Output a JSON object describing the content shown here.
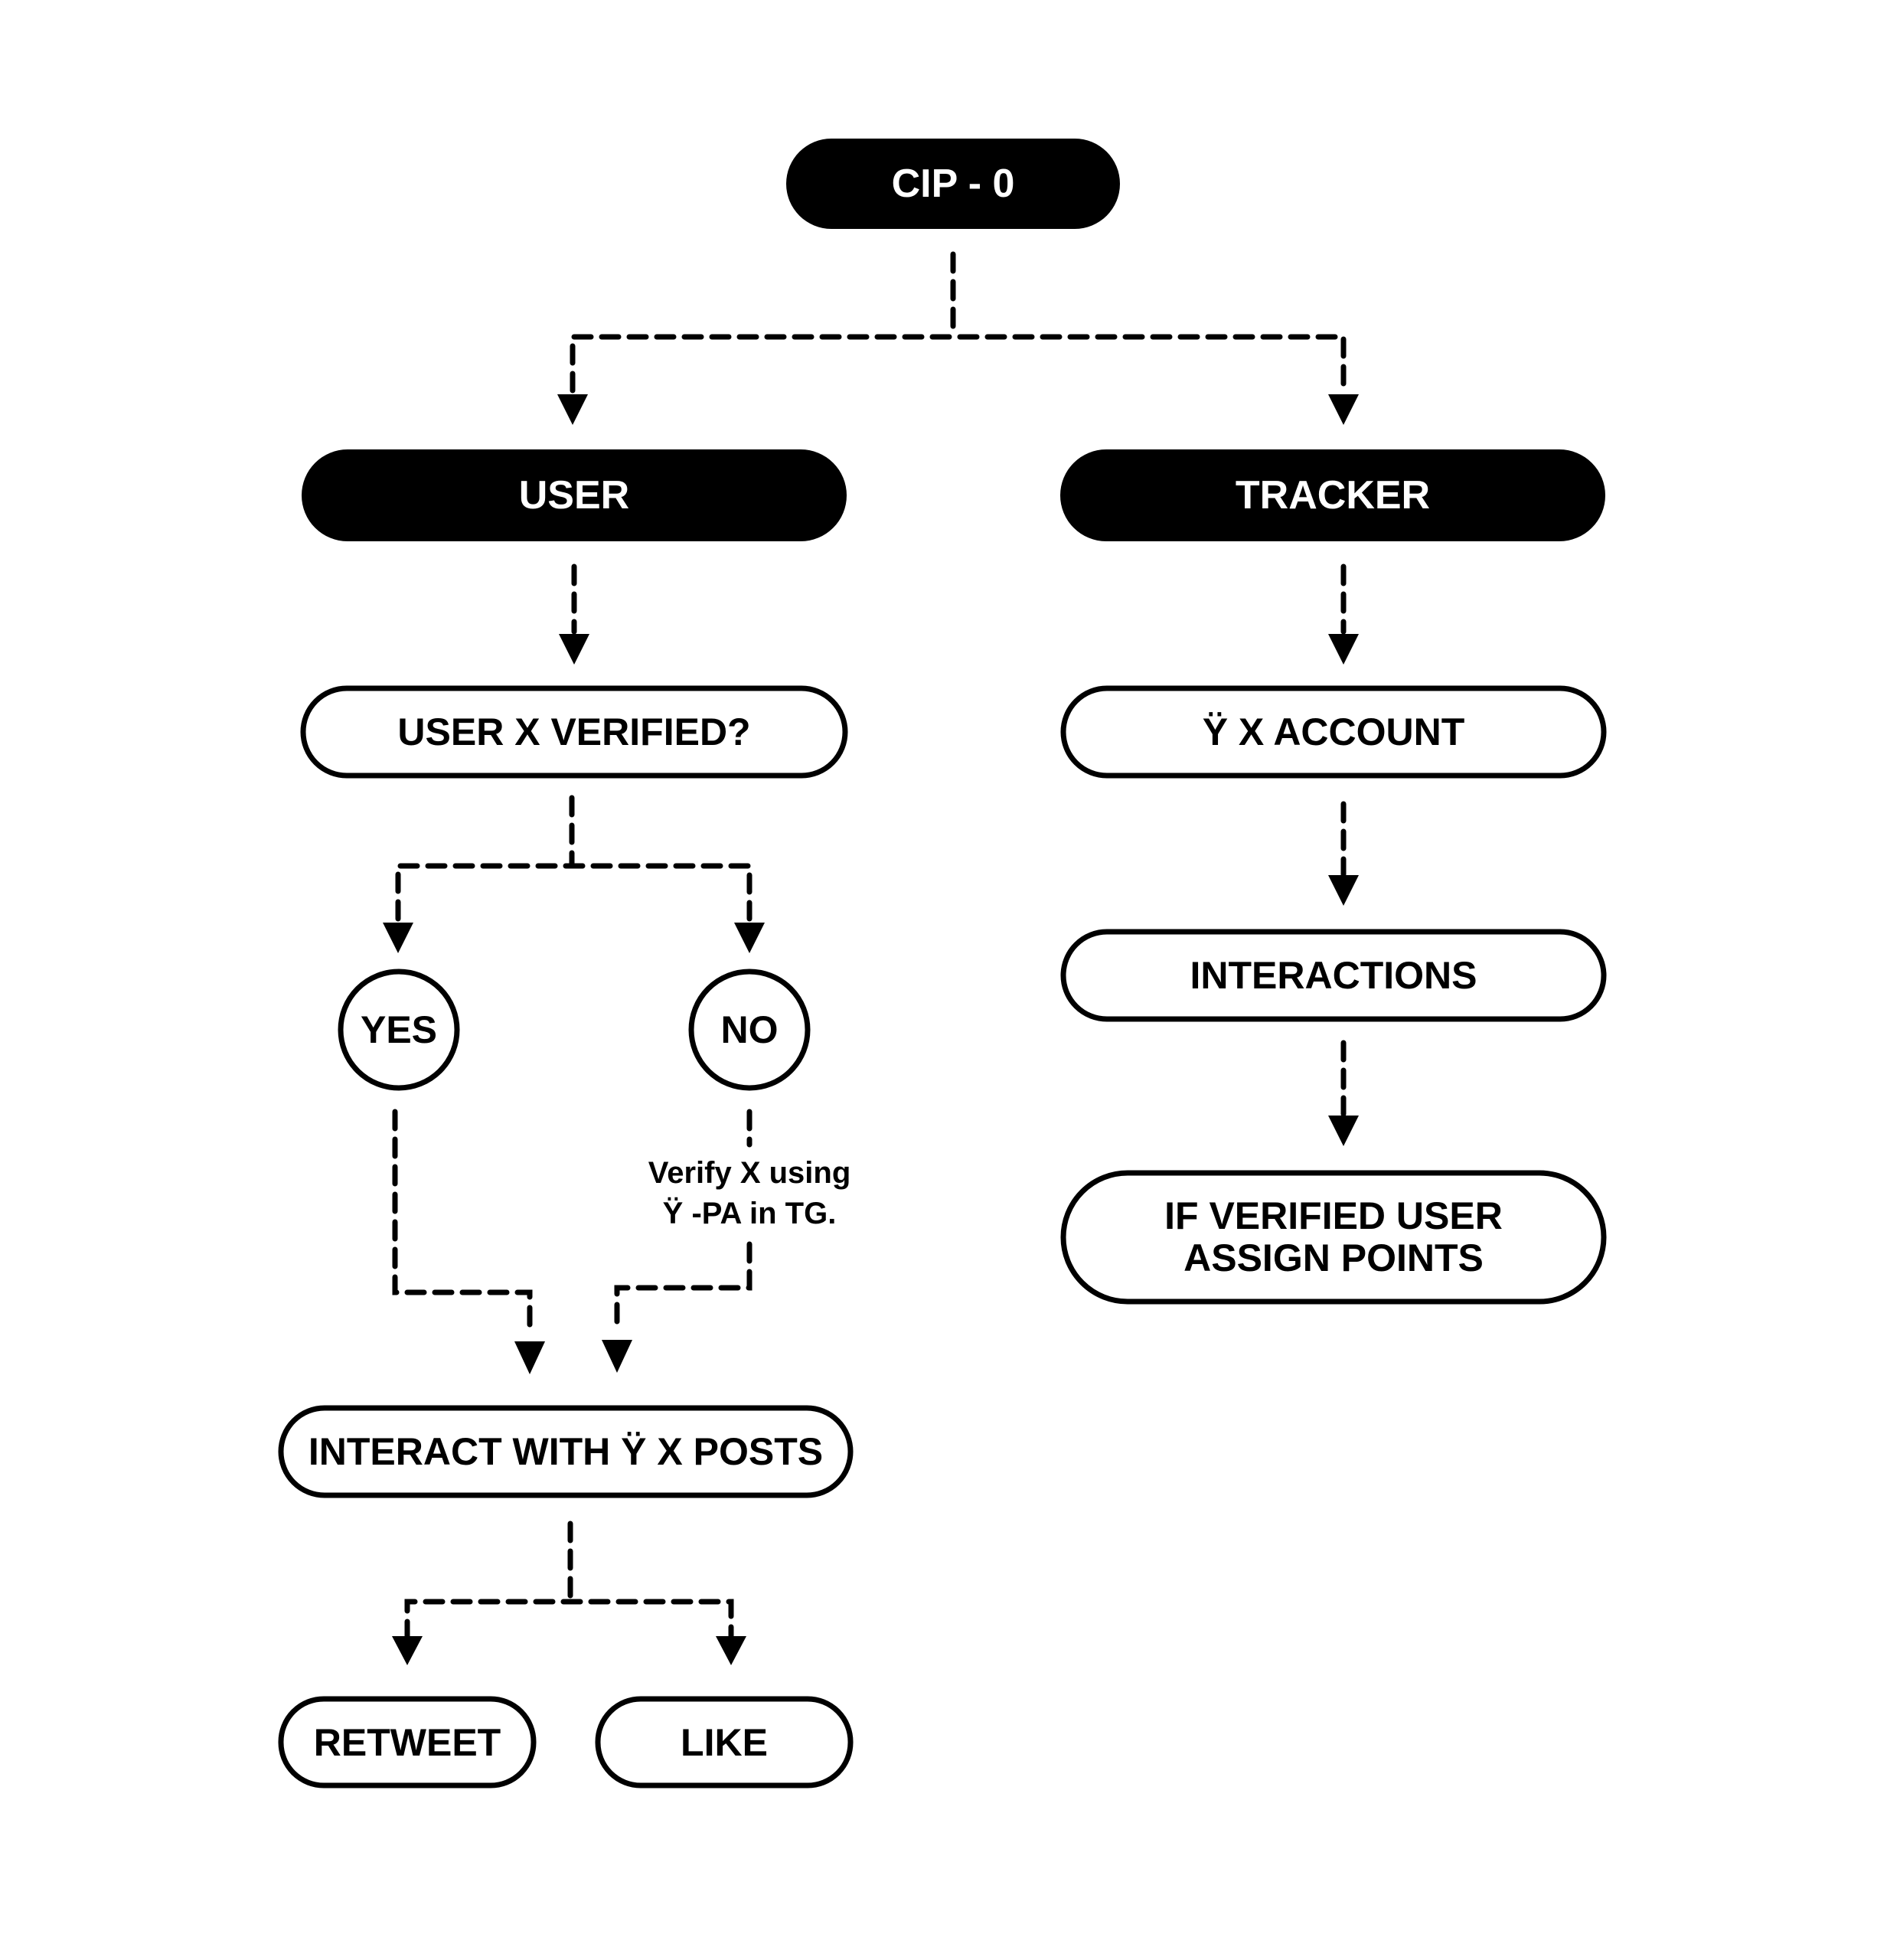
{
  "diagram": {
    "colors": {
      "ink": "#000000",
      "background": "#ffffff"
    },
    "root": {
      "label": "CIP - 0"
    },
    "user_branch": {
      "header": "USER",
      "question": "USER X VERIFIED?",
      "yes": "YES",
      "no": "NO",
      "no_note_line1": "Verify X using",
      "no_note_line2": "Ÿ -PA in TG.",
      "interact": "INTERACT WITH Ÿ X POSTS",
      "actions": [
        "RETWEET",
        "LIKE"
      ]
    },
    "tracker_branch": {
      "header": "TRACKER",
      "steps": [
        "Ÿ X ACCOUNT",
        "INTERACTIONS"
      ],
      "final_line1": "IF VERIFIED USER",
      "final_line2": "ASSIGN POINTS"
    }
  }
}
